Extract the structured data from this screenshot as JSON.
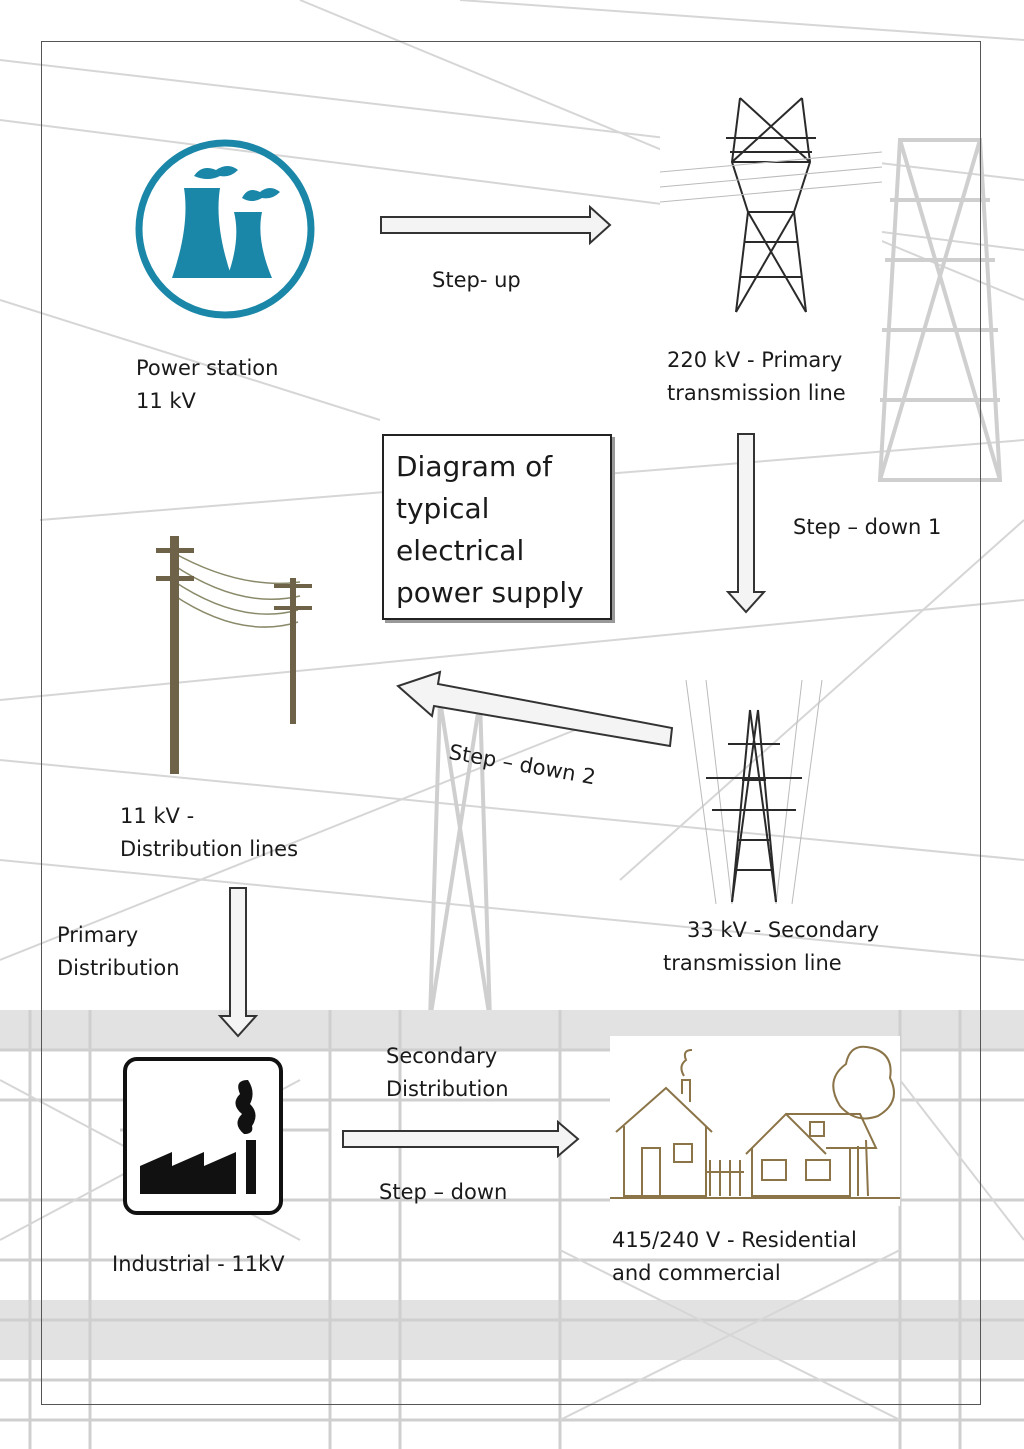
{
  "title": {
    "lines": [
      "Diagram of",
      "typical",
      "electrical",
      "power supply"
    ]
  },
  "nodes": {
    "power_station": {
      "lines": [
        "Power station",
        "11 kV"
      ],
      "icon": "power-station-icon"
    },
    "primary_transmission": {
      "lines": [
        "220 kV - Primary",
        "transmission line"
      ],
      "icon": "transmission-tower-icon"
    },
    "secondary_transmission": {
      "lines": [
        "33 kV - Secondary",
        "transmission line"
      ],
      "icon": "transmission-tower-icon"
    },
    "distribution_lines": {
      "lines": [
        "11 kV -",
        "Distribution lines"
      ],
      "icon": "utility-pole-icon"
    },
    "industrial": {
      "lines": [
        "Industrial -  11kV"
      ],
      "icon": "factory-icon"
    },
    "residential": {
      "lines": [
        "415/240 V -  Residential",
        "and commercial"
      ],
      "icon": "houses-icon"
    }
  },
  "edges": {
    "step_up": "Step- up",
    "step_down_1": "Step – down 1",
    "step_down_2": "Step – down 2",
    "primary_distribution": [
      "Primary",
      "Distribution"
    ],
    "secondary_distribution": [
      "Secondary",
      "Distribution"
    ],
    "step_down": "Step – down"
  },
  "colors": {
    "power_station": "#1a87a8",
    "background_lines": "#d4d4d4",
    "house_sketch": "#8a7448"
  }
}
